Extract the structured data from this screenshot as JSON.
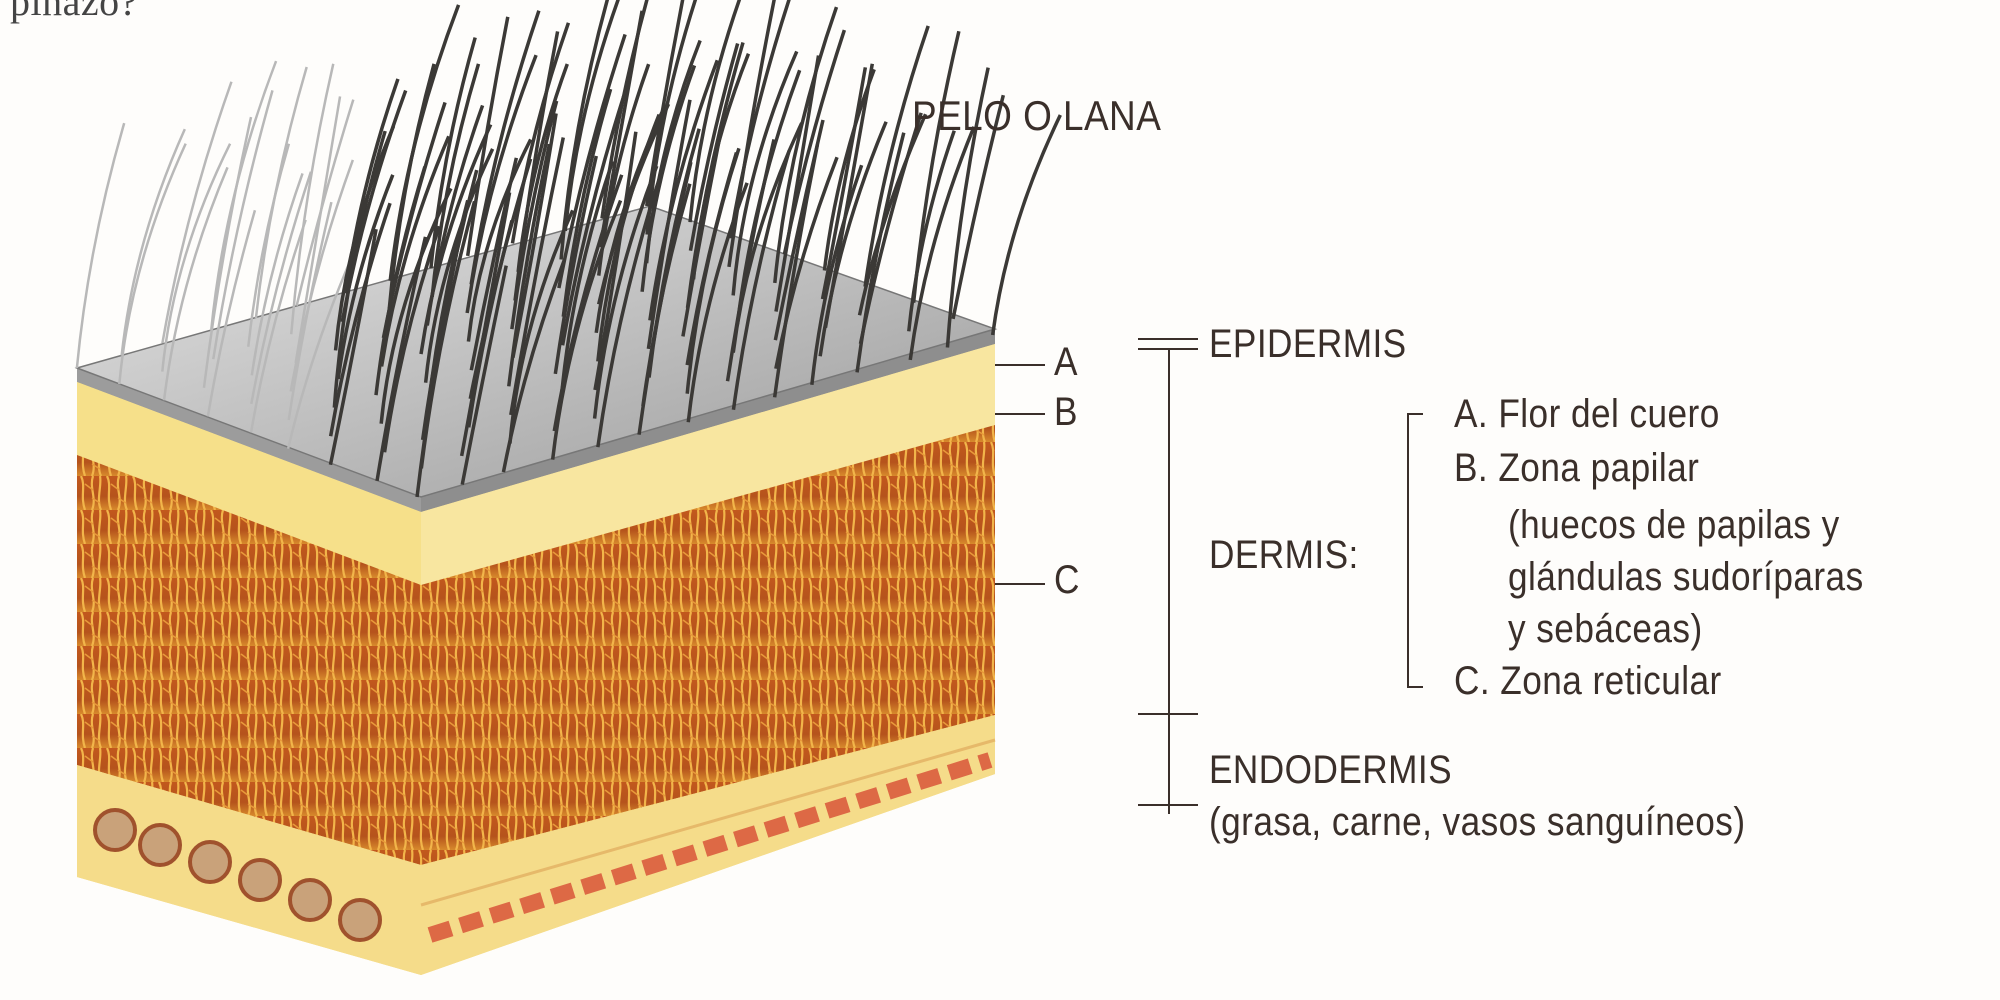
{
  "page_fragment": "pinazo?",
  "hair_label": "PELO O LANA",
  "layer_markers": [
    "A",
    "B",
    "C"
  ],
  "epidermis": "EPIDERMIS",
  "dermis": {
    "label": "DERMIS:",
    "items": [
      "A. Flor del cuero",
      "B. Zona papilar",
      "(huecos de papilas y",
      "glándulas sudoríparas",
      "y sebáceas)",
      "C. Zona reticular"
    ]
  },
  "endodermis": {
    "label": "ENDODERMIS",
    "detail": "(grasa, carne, vasos sanguíneos)"
  },
  "colors": {
    "epidermis": "#a8a8a8",
    "papillary": "#f6e08a",
    "reticular": "#b5531c",
    "endodermis": "#f5dc8a",
    "ink": "#3a2f2a"
  }
}
